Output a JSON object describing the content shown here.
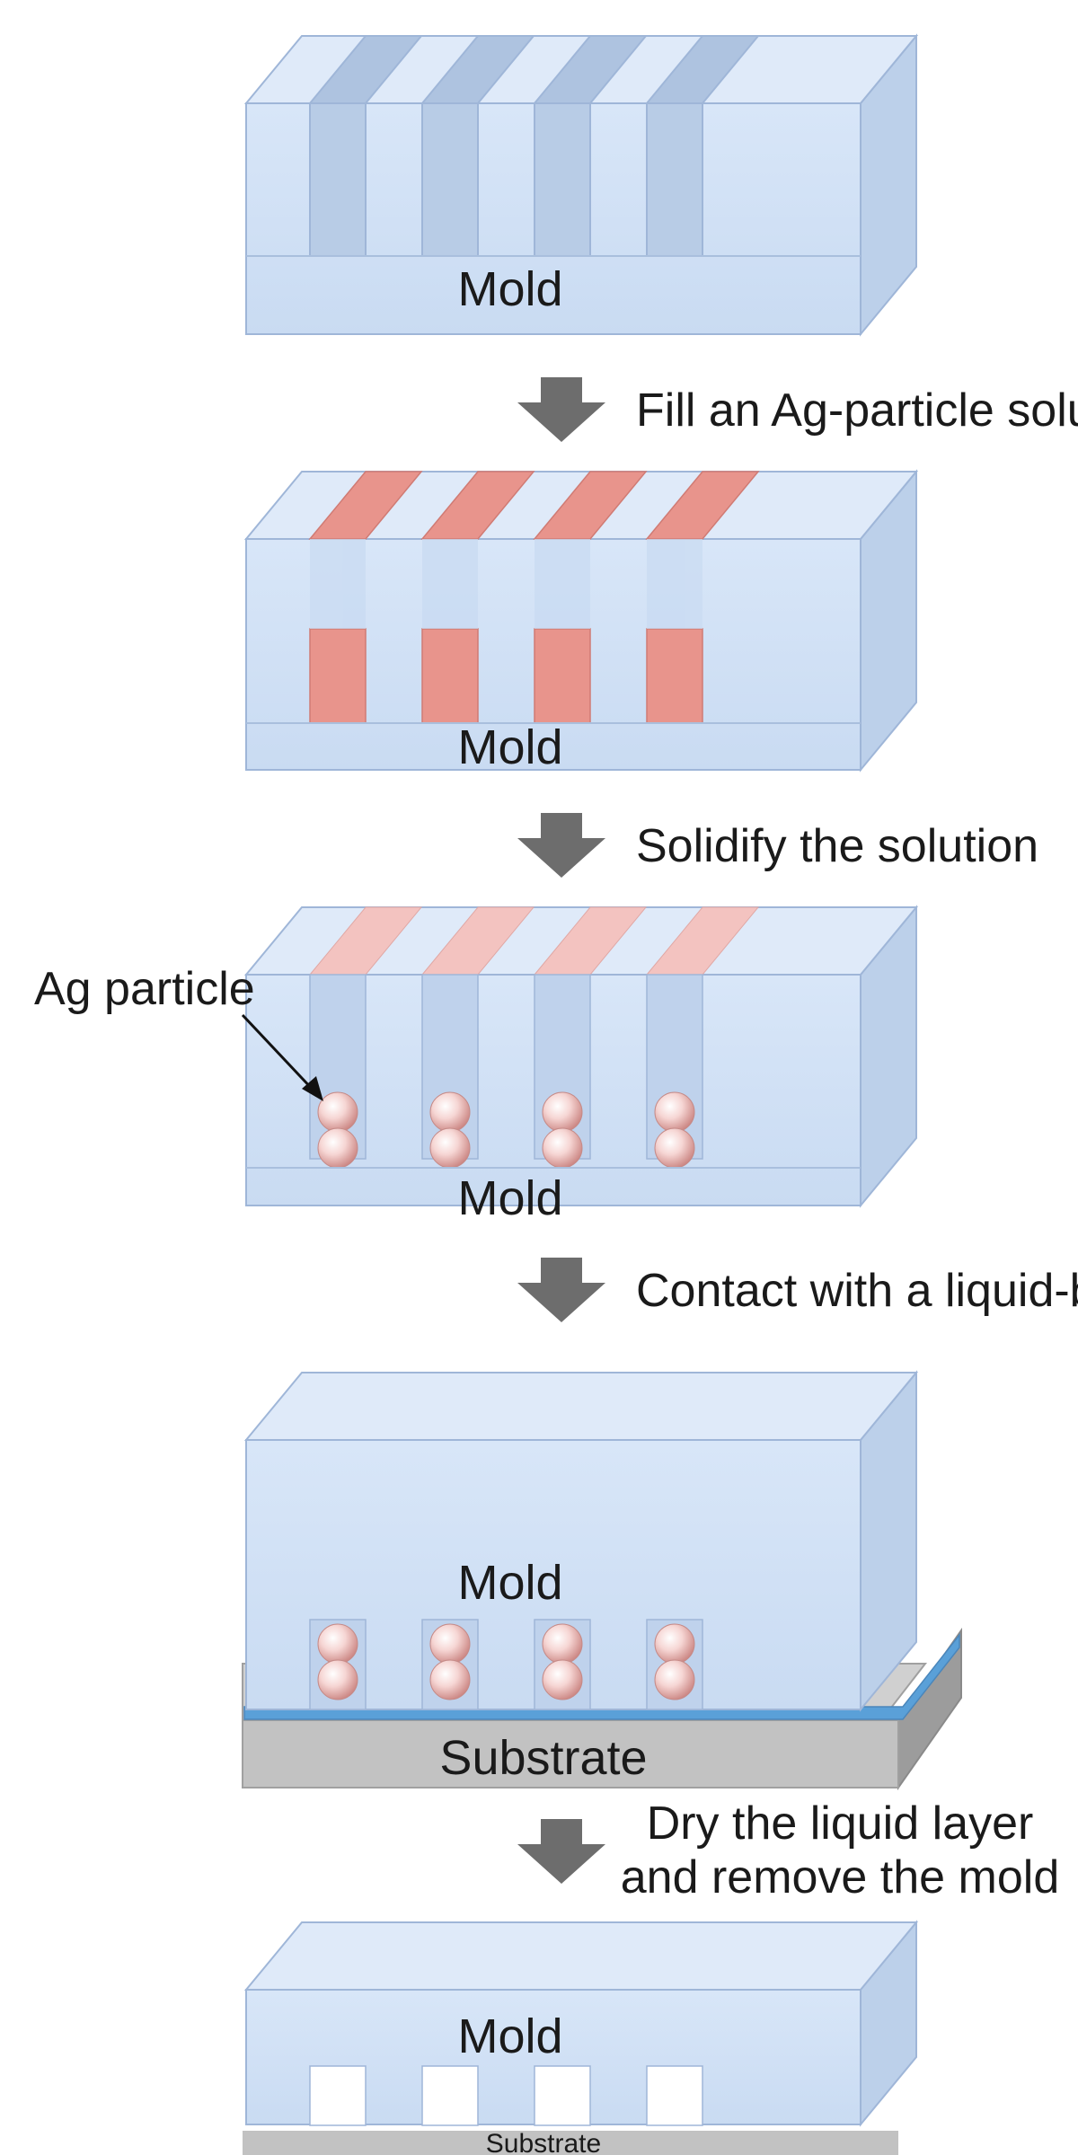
{
  "diagram": {
    "steps": [
      {
        "object_label": "Mold"
      },
      {
        "arrow_text": "Fill an Ag-particle solution",
        "object_label": "Mold"
      },
      {
        "arrow_text": "Solidify the solution",
        "object_label": "Mold",
        "callout": "Ag particle"
      },
      {
        "arrow_text": "Contact with a liquid-bridge",
        "object_label": "Mold",
        "substrate_label": "Substrate"
      },
      {
        "arrow_text_line1": "Dry the liquid layer",
        "arrow_text_line2": "and remove the mold",
        "object_label": "Mold",
        "substrate_label": "Substrate"
      }
    ]
  },
  "colors": {
    "mold_front": "#cfe0f5",
    "mold_top": "#dfeaf9",
    "mold_side": "#bcd0ea",
    "mold_edge": "#9fb6d8",
    "solution": "#e8948c",
    "particle": "#f2c4c2",
    "liquid_layer": "#5aa0d8",
    "substrate_top": "#c9c9c9",
    "substrate_front": "#b3b3b3",
    "arrow": "#6d6d6d"
  }
}
